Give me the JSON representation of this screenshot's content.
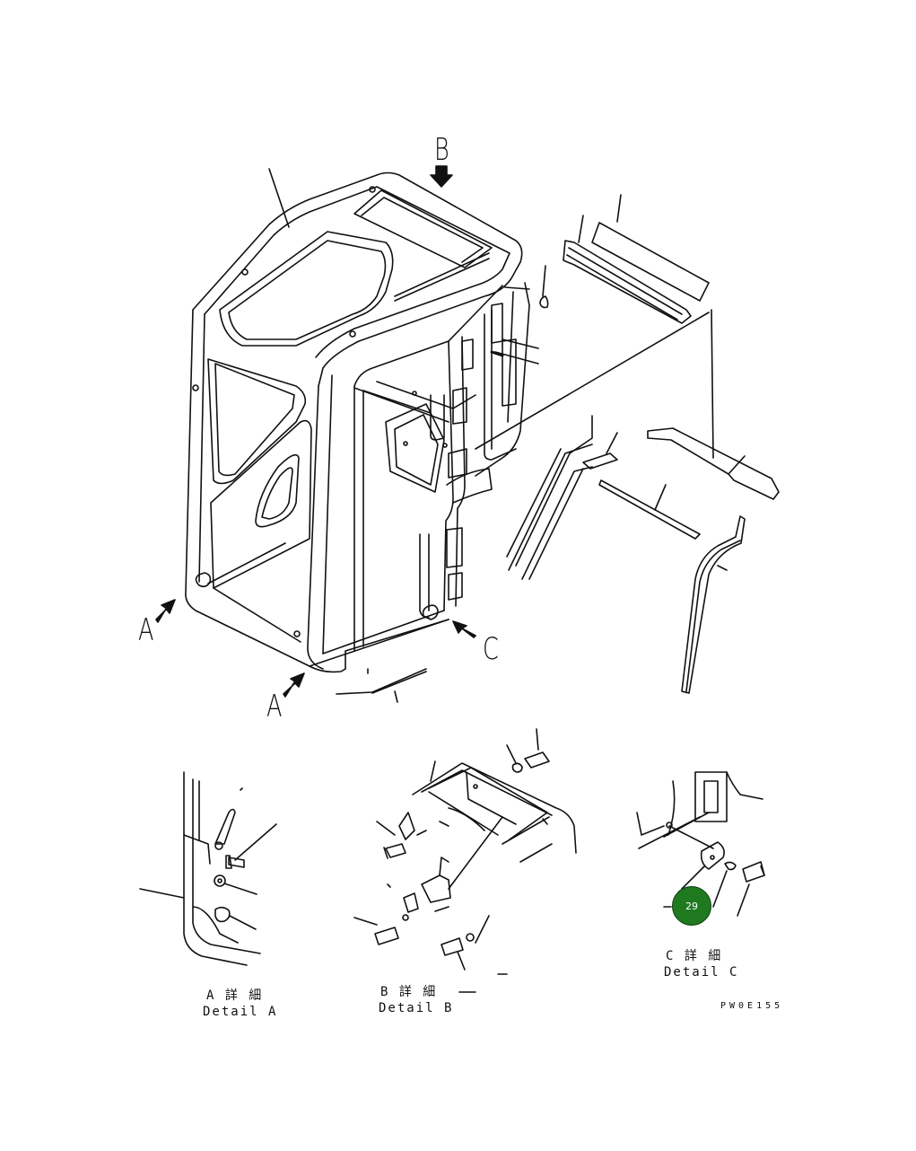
{
  "view_labels": {
    "b": "B",
    "a_left": "A",
    "a_bottom": "A",
    "c": "C"
  },
  "details": {
    "a": {
      "jp": "A 詳 細",
      "en": "Detail A"
    },
    "b": {
      "jp": "B 詳 細",
      "en": "Detail B"
    },
    "c": {
      "jp": "C 詳 細",
      "en": "Detail C"
    }
  },
  "callout": {
    "number": "29",
    "color": "#1f7a1f"
  },
  "drawing_code": "PW0E155",
  "colors": {
    "line": "#111111",
    "background": "#ffffff"
  }
}
